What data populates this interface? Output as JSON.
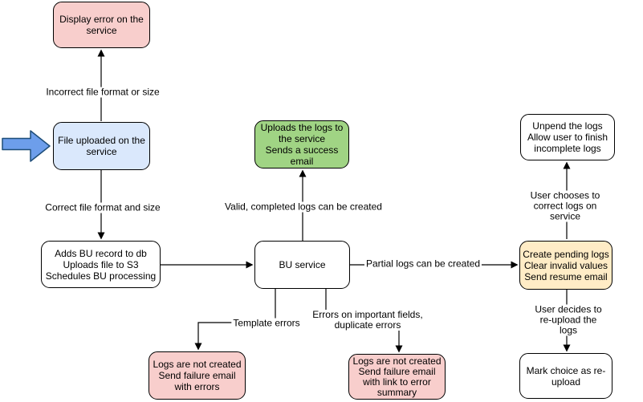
{
  "diagram": {
    "type": "flowchart",
    "nodes": {
      "display_error": {
        "text": "Display error on the\nservice",
        "fill": "#f8cecc"
      },
      "file_uploaded": {
        "text": "File uploaded on the\nservice",
        "fill": "#dae8fc"
      },
      "adds_bu_record": {
        "text": "Adds BU record to db\nUploads file to S3\nSchedules BU processing",
        "fill": "#ffffff"
      },
      "uploads_logs": {
        "text": "Uploads the logs to\nthe service\nSends a success\nemail",
        "fill": "#a0d484"
      },
      "bu_service": {
        "text": "BU service",
        "fill": "#ffffff"
      },
      "unpend_logs": {
        "text": "Unpend the logs\nAllow user to finish\nincomplete logs",
        "fill": "#ffffff"
      },
      "create_pending": {
        "text": "Create pending logs\nClear invalid values\nSend resume email",
        "fill": "#ffecc6"
      },
      "logs_not_created_errors": {
        "text": "Logs are not created\nSend failure email\nwith errors",
        "fill": "#f8cecc"
      },
      "logs_not_created_summary": {
        "text": "Logs are not created\nSend failure email\nwith link to error\nsummary",
        "fill": "#f8cecc"
      },
      "mark_reupload": {
        "text": "Mark choice as re-\nupload",
        "fill": "#ffffff"
      }
    },
    "edge_labels": {
      "incorrect_format": "Incorrect file format or size",
      "correct_format": "Correct file format and size",
      "valid_complete": "Valid, completed logs can be created",
      "partial_logs": "Partial logs can be created",
      "template_errors": "Template errors",
      "important_fields": "Errors on important fields,\nduplicate errors",
      "user_corrects": "User chooses to correct logs on service",
      "user_reuploads": "User decides to re-upload the logs"
    },
    "colors": {
      "node_border": "#000000",
      "edge_line": "#000000",
      "pink_fill": "#f8cecc",
      "blue_fill": "#dae8fc",
      "green_fill": "#a0d484",
      "yellow_fill": "#ffecc6",
      "white_fill": "#ffffff",
      "entry_arrow_fill": "#6d9eeb",
      "entry_arrow_border": "#1f4e79"
    }
  }
}
